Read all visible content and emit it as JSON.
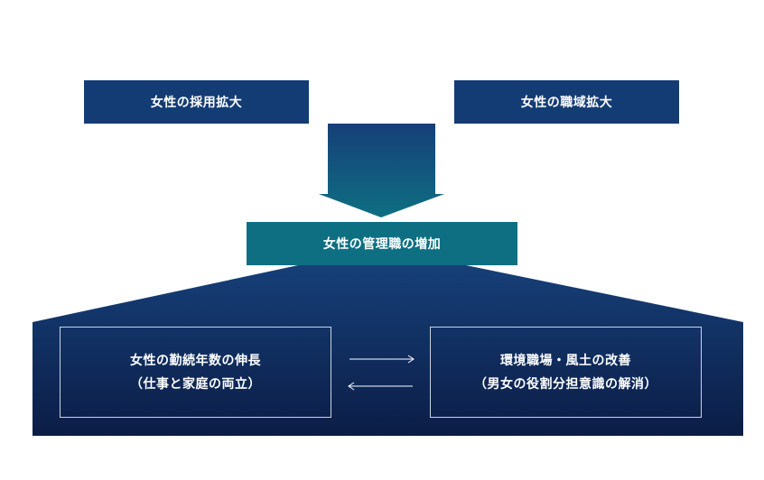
{
  "boxes": {
    "top_left": "女性の採用拡大",
    "top_right": "女性の職域拡大",
    "middle": "女性の管理職の増加",
    "bottom_left": {
      "line1": "女性の勤続年数の伸長",
      "line2": "（仕事と家庭の両立）"
    },
    "bottom_right": {
      "line1": "環境職場・風土の改善",
      "line2": "（男女の役割分担意識の解消）"
    }
  },
  "colors": {
    "navy": "#143c74",
    "teal": "#0e6f82",
    "gradient_top": "#163f78",
    "gradient_bottom": "#0b1d46"
  },
  "icons": {
    "down_arrow": "down-arrow-icon",
    "right_arrow": "right-arrow-icon",
    "left_arrow": "left-arrow-icon"
  }
}
